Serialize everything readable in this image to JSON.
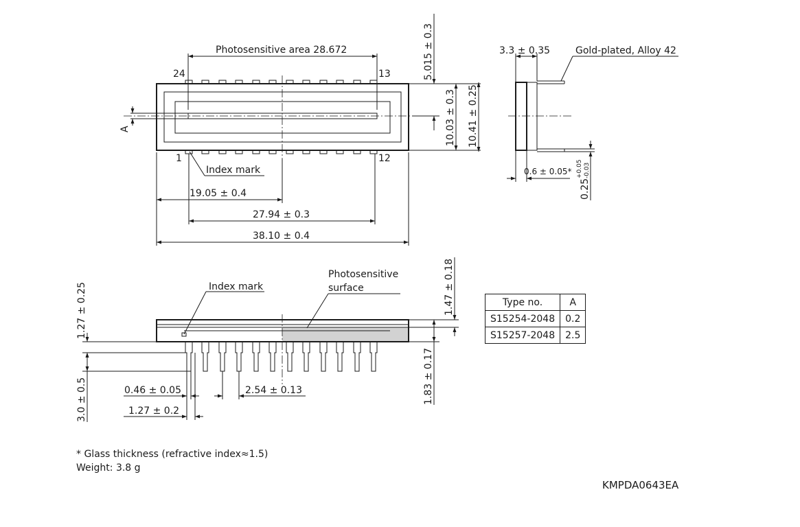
{
  "top_view": {
    "photosensitive_area_label": "Photosensitive area 28.672",
    "pin_24": "24",
    "pin_13": "13",
    "pin_1": "1",
    "pin_12": "12",
    "index_mark": "Index mark",
    "dim_a": "A",
    "dim_5015": "5.015 ± 0.3",
    "dim_1003": "10.03 ± 0.3",
    "dim_1041": "10.41 ± 0.25",
    "dim_1905": "19.05 ± 0.4",
    "dim_2794": "27.94 ± 0.3",
    "dim_3810": "38.10 ± 0.4"
  },
  "side_view": {
    "dim_33": "3.3 ± 0.35",
    "lead_material": "Gold-plated, Alloy 42",
    "dim_06": "0.6 ± 0.05*",
    "dim_025_base": "0.25",
    "dim_025_plus": "+0.05",
    "dim_025_minus": "-0.03"
  },
  "front_view": {
    "index_mark": "Index mark",
    "photosensitive_line1": "Photosensitive",
    "photosensitive_line2": "surface",
    "dim_127_025": "1.27 ± 0.25",
    "dim_30": "3.0 ± 0.5",
    "dim_046": "0.46 ± 0.05",
    "dim_127_02": "1.27 ± 0.2",
    "dim_254": "2.54 ± 0.13",
    "dim_147": "1.47 ± 0.18",
    "dim_183": "1.83 ± 0.17"
  },
  "type_table": {
    "headers": [
      "Type no.",
      "A"
    ],
    "rows": [
      [
        "S15254-2048",
        "0.2"
      ],
      [
        "S15257-2048",
        "2.5"
      ]
    ]
  },
  "notes": {
    "glass": "* Glass thickness (refractive index≈1.5)",
    "weight": "Weight: 3.8 g"
  },
  "drawing_code": "KMPDA0643EA"
}
